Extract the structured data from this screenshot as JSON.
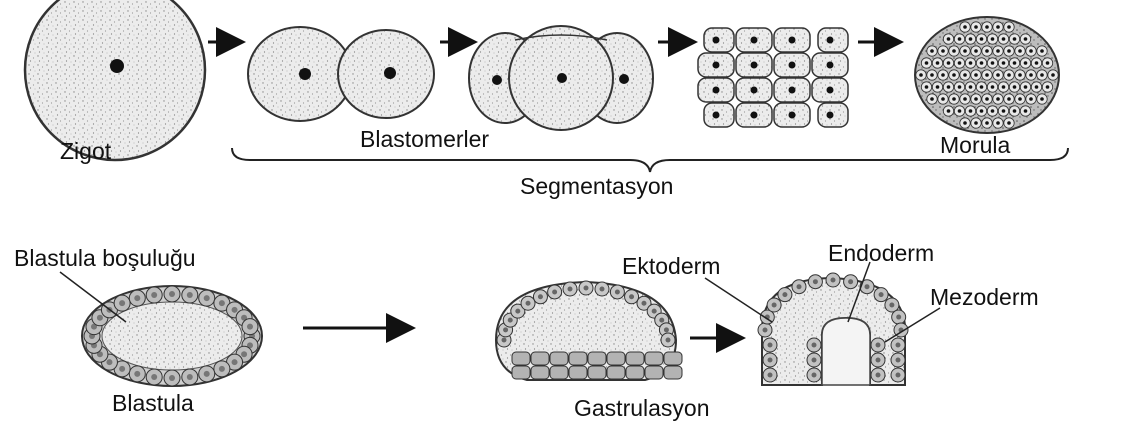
{
  "labels": {
    "zigot": "Zigot",
    "blastomerler": "Blastomerler",
    "morula": "Morula",
    "segmentasyon": "Segmentasyon",
    "blastula_bosulugu": "Blastula boşuluğu",
    "blastula": "Blastula",
    "ektoderm": "Ektoderm",
    "endoderm": "Endoderm",
    "mezoderm": "Mezoderm",
    "gastrulasyon": "Gastrulasyon"
  },
  "colors": {
    "cell_fill": "#e6e6e6",
    "cell_stroke": "#333333",
    "nucleus": "#111111",
    "ink": "#1a1a1a"
  }
}
